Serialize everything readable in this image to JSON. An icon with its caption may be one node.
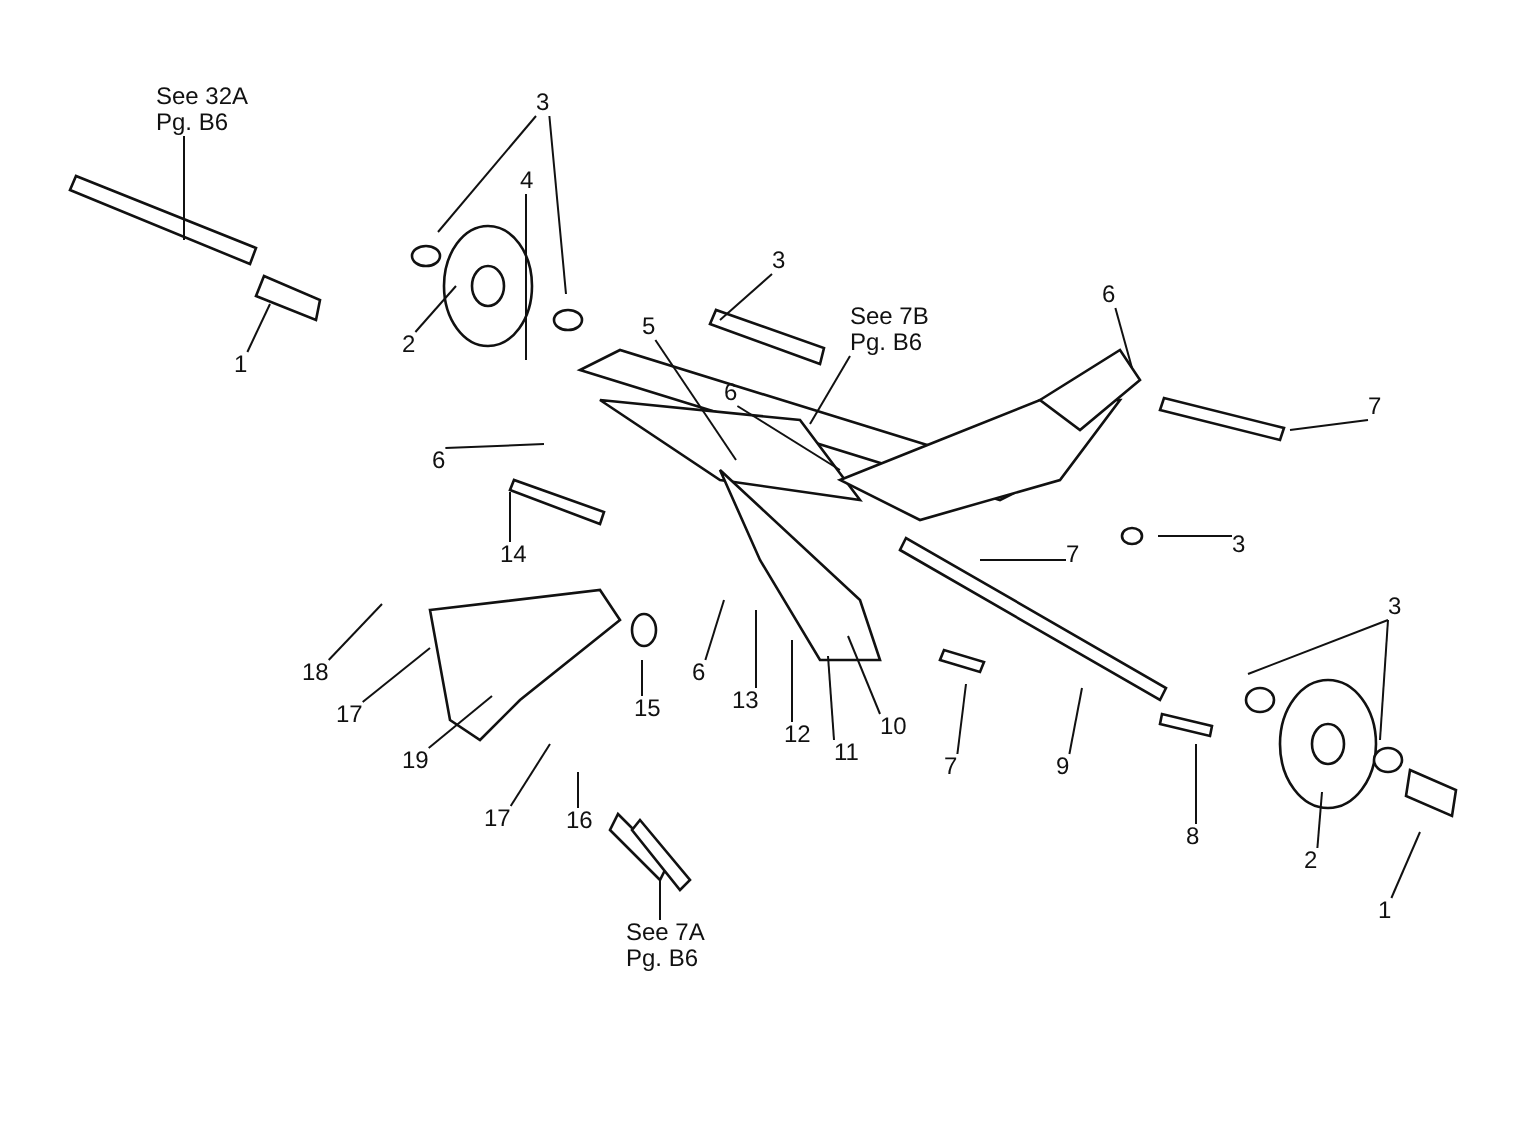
{
  "diagram": {
    "nodes": [
      {
        "text": [
          "See 32A Pg. B6"
        ]
      },
      {
        "text": [
          "3"
        ]
      },
      {
        "text": [
          "1"
        ]
      },
      {
        "text": [
          "2"
        ]
      },
      {
        "text": [
          "4"
        ]
      },
      {
        "text": [
          "See 7B Pg. B6"
        ]
      },
      {
        "text": [
          "3"
        ]
      },
      {
        "text": [
          "5"
        ]
      },
      {
        "text": [
          "6"
        ]
      },
      {
        "text": [
          "6"
        ]
      },
      {
        "text": [
          "7"
        ]
      },
      {
        "text": [
          "6"
        ]
      },
      {
        "text": [
          "14"
        ]
      },
      {
        "text": [
          "7"
        ]
      },
      {
        "text": [
          "3"
        ]
      },
      {
        "text": [
          "18"
        ]
      },
      {
        "text": [
          "17"
        ]
      },
      {
        "text": [
          "15"
        ]
      },
      {
        "text": [
          "6"
        ]
      },
      {
        "text": [
          "13"
        ]
      },
      {
        "text": [
          "12"
        ]
      },
      {
        "text": [
          "11"
        ]
      },
      {
        "text": [
          "10"
        ]
      },
      {
        "text": [
          "7"
        ]
      },
      {
        "text": [
          "9"
        ]
      },
      {
        "text": [
          "8"
        ]
      },
      {
        "text": [
          "3"
        ]
      },
      {
        "text": [
          "19"
        ]
      },
      {
        "text": [
          "17"
        ]
      },
      {
        "text": [
          "16"
        ]
      },
      {
        "text": [
          "2"
        ]
      },
      {
        "text": [
          "1"
        ]
      },
      {
        "text": [
          "See 7A Pg. B6"
        ]
      }
    ],
    "edges": [
      {
        "from": 0,
        "to": null,
        "arrow": "none"
      },
      {
        "from": 1,
        "to": null,
        "arrow": "none"
      },
      {
        "from": 1,
        "to": null,
        "arrow": "none"
      },
      {
        "from": 2,
        "to": null,
        "arrow": "none"
      },
      {
        "from": 3,
        "to": null,
        "arrow": "none"
      },
      {
        "from": 4,
        "to": null,
        "arrow": "none"
      },
      {
        "from": 5,
        "to": null,
        "arrow": "none"
      },
      {
        "from": 6,
        "to": null,
        "arrow": "none"
      },
      {
        "from": 7,
        "to": null,
        "arrow": "none"
      },
      {
        "from": 8,
        "to": null,
        "arrow": "none"
      },
      {
        "from": 9,
        "to": null,
        "arrow": "none"
      },
      {
        "from": 10,
        "to": null,
        "arrow": "none"
      },
      {
        "from": 11,
        "to": null,
        "arrow": "none"
      },
      {
        "from": 12,
        "to": null,
        "arrow": "none"
      },
      {
        "from": 13,
        "to": null,
        "arrow": "none"
      },
      {
        "from": 14,
        "to": null,
        "arrow": "none"
      },
      {
        "from": 15,
        "to": null,
        "arrow": "none"
      },
      {
        "from": 16,
        "to": null,
        "arrow": "none"
      },
      {
        "from": 17,
        "to": null,
        "arrow": "none"
      },
      {
        "from": 18,
        "to": null,
        "arrow": "none"
      },
      {
        "from": 19,
        "to": null,
        "arrow": "none"
      },
      {
        "from": 20,
        "to": null,
        "arrow": "none"
      },
      {
        "from": 21,
        "to": null,
        "arrow": "none"
      },
      {
        "from": 22,
        "to": null,
        "arrow": "none"
      },
      {
        "from": 23,
        "to": null,
        "arrow": "none"
      },
      {
        "from": 24,
        "to": null,
        "arrow": "none"
      },
      {
        "from": 25,
        "to": null,
        "arrow": "none"
      },
      {
        "from": 26,
        "to": null,
        "arrow": "none"
      },
      {
        "from": 26,
        "to": null,
        "arrow": "none"
      },
      {
        "from": 27,
        "to": null,
        "arrow": "none"
      },
      {
        "from": 28,
        "to": null,
        "arrow": "none"
      },
      {
        "from": 29,
        "to": null,
        "arrow": "none"
      },
      {
        "from": 30,
        "to": null,
        "arrow": "none"
      },
      {
        "from": 31,
        "to": null,
        "arrow": "none"
      },
      {
        "from": 32,
        "to": null,
        "arrow": "none"
      }
    ]
  }
}
